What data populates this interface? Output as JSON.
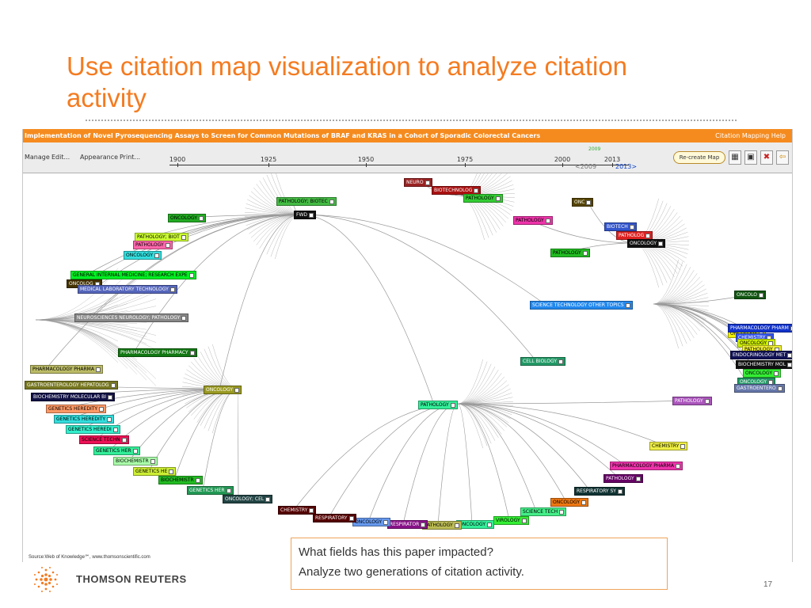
{
  "slide": {
    "title_line1": "Use citation map visualization to analyze citation",
    "title_line2": "activity",
    "source": "Source:Web of Knowledge℠, www.thomsonscientific.com",
    "brand": "THOMSON REUTERS",
    "callout_line1": "What fields has this paper impacted?",
    "callout_line2": "Analyze two generations of citation activity.",
    "page_number": "17"
  },
  "app": {
    "title": "Implementation of Novel Pyrosequencing Assays to Screen for Common Mutations of BRAF and KRAS in a Cohort of Sporadic Colorectal Cancers",
    "help": "Citation Mapping Help",
    "menu": [
      "Manage",
      "Edit...",
      "Appearance",
      "Print..."
    ],
    "timeline_ticks": [
      "1900",
      "1925",
      "1950",
      "1975",
      "2000",
      "2013"
    ],
    "timeline_marker": "2009",
    "nav_back": "<2009",
    "nav_forward": "2013>",
    "recreate_label": "Re-create Map",
    "tools": [
      "grid-icon",
      "layout-icon",
      "cross-icon",
      "export-icon"
    ],
    "tool_glyphs": [
      "▦",
      "▣",
      "✖",
      "⇦"
    ]
  },
  "colors": {
    "header": "#f58b1f",
    "title": "#f47b20",
    "callout_border": "#f0a45a"
  },
  "nodes": [
    {
      "label": "PATHOLOGY; BIOTEC",
      "bg": "#44bb44",
      "fg": "#000"
    },
    {
      "label": "FWD",
      "bg": "#111111",
      "fg": "#fff"
    },
    {
      "label": "NEURO",
      "bg": "#992222",
      "fg": "#fff"
    },
    {
      "label": "BIOTECHNOLOG",
      "bg": "#aa1111",
      "fg": "#fff"
    },
    {
      "label": "PATHOLOGY",
      "bg": "#33cc33",
      "fg": "#000"
    },
    {
      "label": "ONC",
      "bg": "#554400",
      "fg": "#fff"
    },
    {
      "label": "PATHOLOGY",
      "bg": "#ee33aa",
      "fg": "#000"
    },
    {
      "label": "BIOTECH",
      "bg": "#3355cc",
      "fg": "#fff"
    },
    {
      "label": "PATHOLOG",
      "bg": "#dd2222",
      "fg": "#fff"
    },
    {
      "label": "ONCOLOGY",
      "bg": "#111111",
      "fg": "#fff"
    },
    {
      "label": "PATHOLOGY",
      "bg": "#22bb22",
      "fg": "#000"
    },
    {
      "label": "ONCOLOGY",
      "bg": "#22aa22",
      "fg": "#000"
    },
    {
      "label": "PATHOLOGY; BIOT",
      "bg": "#ccff33",
      "fg": "#000"
    },
    {
      "label": "PATHOLOGY",
      "bg": "#ff66aa",
      "fg": "#000"
    },
    {
      "label": "ONCOLOGY",
      "bg": "#33dddd",
      "fg": "#000"
    },
    {
      "label": "GENERAL INTERNAL MEDICINE; RESEARCH EXPE",
      "bg": "#00ee22",
      "fg": "#000"
    },
    {
      "label": "ONCOLOG",
      "bg": "#443300",
      "fg": "#fff"
    },
    {
      "label": "MEDICAL LABORATORY TECHNOLOGY",
      "bg": "#5566bb",
      "fg": "#fff"
    },
    {
      "label": "NEUROSCIENCES NEUROLOGY; PATHOLOGY",
      "bg": "#888888",
      "fg": "#fff"
    },
    {
      "label": "PHARMACOLOGY PHARMACY",
      "bg": "#117711",
      "fg": "#fff"
    },
    {
      "label": "PHARMACOLOGY PHARMA",
      "bg": "#bbbb66",
      "fg": "#000"
    },
    {
      "label": "GASTROENTEROLOGY HEPATOLOG",
      "bg": "#777722",
      "fg": "#fff"
    },
    {
      "label": "BIOCHEMISTRY MOLECULAR BI",
      "bg": "#111144",
      "fg": "#fff"
    },
    {
      "label": "GENETICS HEREDITY",
      "bg": "#ff9966",
      "fg": "#000"
    },
    {
      "label": "GENETICS HEREDITY",
      "bg": "#33dddd",
      "fg": "#000"
    },
    {
      "label": "GENETICS HEREDI",
      "bg": "#33eecc",
      "fg": "#000"
    },
    {
      "label": "SCIENCE TECHN",
      "bg": "#ee1155",
      "fg": "#000"
    },
    {
      "label": "GENETICS HER",
      "bg": "#33ee99",
      "fg": "#000"
    },
    {
      "label": "BIOCHEMISTR",
      "bg": "#aaffaa",
      "fg": "#000"
    },
    {
      "label": "GENETICS HE",
      "bg": "#ccee33",
      "fg": "#000"
    },
    {
      "label": "BIOCHEMISTR",
      "bg": "#22bb22",
      "fg": "#000"
    },
    {
      "label": "GENETICS HER",
      "bg": "#229955",
      "fg": "#fff"
    },
    {
      "label": "ONCOLOGY; CEL",
      "bg": "#224444",
      "fg": "#fff"
    },
    {
      "label": "ONCOLOGY",
      "bg": "#999922",
      "fg": "#fff"
    },
    {
      "label": "SCIENCE TECHNOLOGY OTHER TOPICS",
      "bg": "#2288ee",
      "fg": "#fff"
    },
    {
      "label": "CELL BIOLOGY",
      "bg": "#229966",
      "fg": "#fff"
    },
    {
      "label": "PATHOLOGY",
      "bg": "#33ee99",
      "fg": "#000"
    },
    {
      "label": "PATHOLOGY",
      "bg": "#aa55bb",
      "fg": "#fff"
    },
    {
      "label": "CHEMISTRY",
      "bg": "#eeee44",
      "fg": "#000"
    },
    {
      "label": "PHARMACOLOGY PHARMA",
      "bg": "#ee33aa",
      "fg": "#000"
    },
    {
      "label": "PATHOLOGY",
      "bg": "#660066",
      "fg": "#fff"
    },
    {
      "label": "RESPIRATORY SY",
      "bg": "#113333",
      "fg": "#fff"
    },
    {
      "label": "ONCOLOGY",
      "bg": "#ee7711",
      "fg": "#000"
    },
    {
      "label": "SCIENCE TECH",
      "bg": "#44ee88",
      "fg": "#000"
    },
    {
      "label": "VIROLOGY",
      "bg": "#33ee33",
      "fg": "#000"
    },
    {
      "label": "ONCOLOGY",
      "bg": "#33ee99",
      "fg": "#000"
    },
    {
      "label": "PATHOLOGY",
      "bg": "#bbbb55",
      "fg": "#000"
    },
    {
      "label": "RESPIRATOR",
      "bg": "#881188",
      "fg": "#fff"
    },
    {
      "label": "ONCOLOGY",
      "bg": "#6699ee",
      "fg": "#000"
    },
    {
      "label": "RESPIRATORY",
      "bg": "#550000",
      "fg": "#fff"
    },
    {
      "label": "CHEMISTRY",
      "bg": "#550000",
      "fg": "#fff"
    },
    {
      "label": "ONCOLO",
      "bg": "#115511",
      "fg": "#fff"
    },
    {
      "label": "ONCOLOGY",
      "bg": "#eeee00",
      "fg": "#000"
    },
    {
      "label": "PHARMACOLOGY PHARM",
      "bg": "#1133cc",
      "fg": "#fff"
    },
    {
      "label": "CHEMISTRY",
      "bg": "#3355ee",
      "fg": "#fff"
    },
    {
      "label": "ONCOLOGY",
      "bg": "#ccee00",
      "fg": "#000"
    },
    {
      "label": "PATHOLOGY",
      "bg": "#eeee33",
      "fg": "#000"
    },
    {
      "label": "ENDOCRINOLOGY MET",
      "bg": "#111155",
      "fg": "#fff"
    },
    {
      "label": "BIOCHEMISTRY MOL",
      "bg": "#111111",
      "fg": "#fff"
    },
    {
      "label": "ONCOLOGY",
      "bg": "#33ee33",
      "fg": "#000"
    },
    {
      "label": "ONCOLOGY",
      "bg": "#229966",
      "fg": "#fff"
    },
    {
      "label": "GASTROENTERO",
      "bg": "#6677aa",
      "fg": "#fff"
    }
  ]
}
